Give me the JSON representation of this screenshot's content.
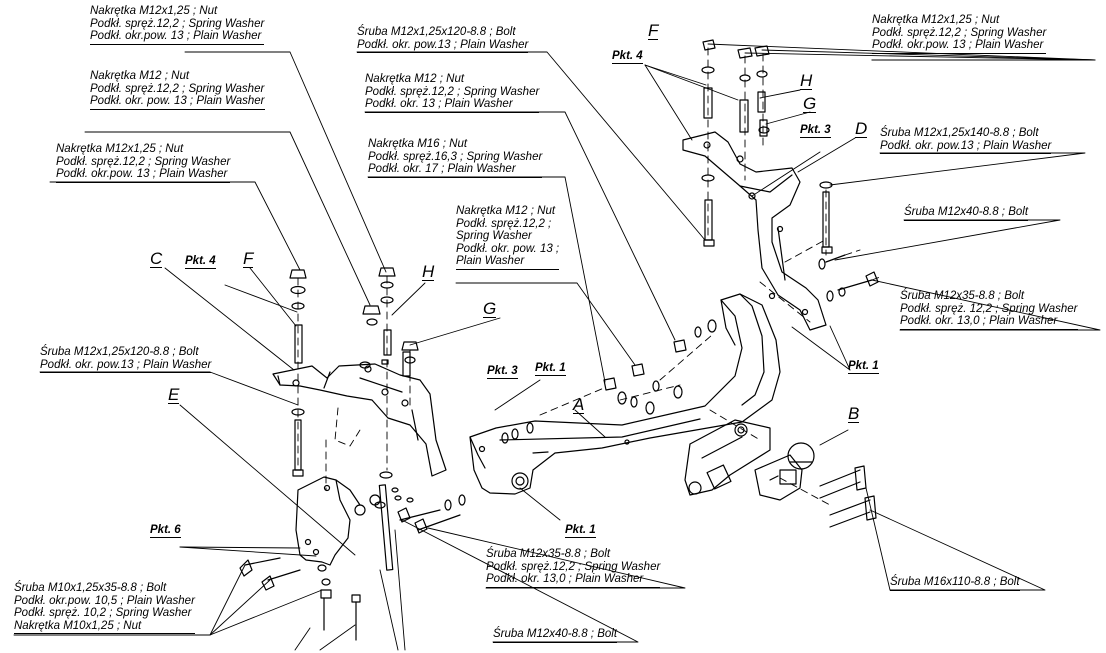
{
  "notes": [
    {
      "lines": [
        "Nakrętka  M12x1,25 ; Nut",
        "Podkł. spręż.12,2 ; Spring Washer",
        "Podkł. okr.pow. 13 ; Plain Washer"
      ]
    },
    {
      "lines": [
        "Nakrętka  M12 ; Nut",
        "Podkł. spręż.12,2 ; Spring Washer",
        "Podkł. okr. pow. 13 ; Plain Washer"
      ]
    },
    {
      "lines": [
        "Nakrętka  M12x1,25 ; Nut",
        "Podkł. spręż.12,2 ; Spring Washer",
        "Podkł. okr.pow. 13 ; Plain Washer"
      ]
    },
    {
      "lines": [
        "Śruba M12x1,25x120-8.8 ;  Bolt",
        "Podkł. okr. pow.13 ; Plain Washer"
      ]
    },
    {
      "lines": [
        "Nakrętka  M12 ; Nut",
        "Podkł. spręż.12,2 ; Spring Washer",
        "Podkł. okr. 13 ; Plain Washer"
      ]
    },
    {
      "lines": [
        "Nakrętka  M16 ; Nut",
        "Podkł. spręż.16,3 ; Spring Washer",
        "Podkł. okr. 17 ; Plain Washer"
      ]
    },
    {
      "lines": [
        "Nakrętka  M12 ; Nut",
        "Podkł. spręż.12,2 ;",
        "Spring Washer",
        "Podkł. okr. pow. 13 ;",
        "Plain Washer"
      ]
    },
    {
      "lines": [
        "Nakrętka  M12x1,25 ; Nut",
        "Podkł. spręż.12,2 ; Spring Washer",
        "Podkł. okr.pow. 13 ; Plain Washer"
      ]
    },
    {
      "lines": [
        "Śruba M12x1,25x140-8.8 ;  Bolt",
        "Podkł. okr. pow.13 ; Plain Washer"
      ]
    },
    {
      "lines": [
        "Śruba M12x40-8.8 ;  Bolt"
      ]
    },
    {
      "lines": [
        "Śruba M12x35-8.8 ;  Bolt",
        "Podkł. spręż. 12,2 ; Spring Washer",
        "Podkł. okr. 13,0 ; Plain Washer"
      ]
    },
    {
      "lines": [
        "Śruba M12x1,25x120-8.8 ;  Bolt",
        "Podkł. okr. pow.13 ; Plain Washer"
      ]
    },
    {
      "lines": [
        "Śruba M12x35-8.8 ;  Bolt",
        "Podkł. spręż.12,2 ; Spring Washer",
        "Podkł. okr. 13,0 ; Plain Washer"
      ]
    },
    {
      "lines": [
        "Śruba M16x110-8.8 ;  Bolt"
      ]
    },
    {
      "lines": [
        "Śruba M10x1,25x35-8.8 ;  Bolt",
        "Podkł. okr.pow. 10,5 ; Plain Washer",
        "Podkł. spręż. 10,2 ; Spring Washer",
        "Nakrętka  M10x1,25 ; Nut"
      ]
    },
    {
      "lines": [
        "Śruba M12x40-8.8 ;  Bolt"
      ]
    }
  ],
  "letters": [
    "A",
    "B",
    "C",
    "D",
    "E",
    "F",
    "G",
    "H",
    "F",
    "G",
    "H"
  ],
  "pkt": [
    "Pkt. 4",
    "Pkt. 3",
    "Pkt. 1",
    "Pkt. 4",
    "Pkt. 3",
    "Pkt. 1",
    "Pkt. 1",
    "Pkt. 6"
  ]
}
